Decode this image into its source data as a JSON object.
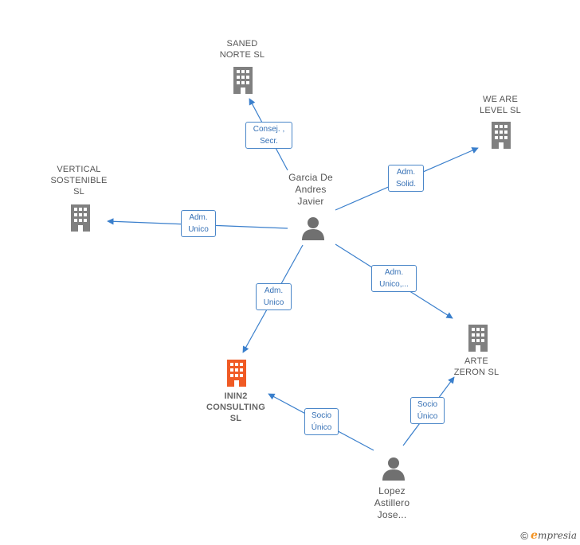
{
  "colors": {
    "edge": "#3a7fcc",
    "building": "#808080",
    "focus_building": "#f05a24",
    "person": "#707070"
  },
  "nodes": {
    "saned": {
      "label": "SANED\nNORTE SL",
      "icon": "building-icon"
    },
    "wearelevel": {
      "label": "WE ARE\nLEVEL  SL",
      "icon": "building-icon"
    },
    "vertical": {
      "label": "VERTICAL\nSOSTENIBLE\nSL",
      "icon": "building-icon"
    },
    "garcia": {
      "label": "Garcia De\nAndres\nJavier",
      "icon": "person-icon"
    },
    "arte": {
      "label": "ARTE\nZERON  SL",
      "icon": "building-icon"
    },
    "inin2": {
      "label": "ININ2\nCONSULTING\nSL",
      "icon": "building-icon"
    },
    "lopez": {
      "label": "Lopez\nAstillero\nJose...",
      "icon": "person-icon"
    }
  },
  "edges": [
    {
      "id": "garcia-saned",
      "label": "Consej. ,\nSecr."
    },
    {
      "id": "garcia-wearelevel",
      "label": "Adm.\nSolid."
    },
    {
      "id": "garcia-vertical",
      "label": "Adm.\nUnico"
    },
    {
      "id": "garcia-inin2",
      "label": "Adm.\nUnico"
    },
    {
      "id": "garcia-arte",
      "label": "Adm.\nUnico,..."
    },
    {
      "id": "lopez-inin2",
      "label": "Socio\nÚnico"
    },
    {
      "id": "lopez-arte",
      "label": "Socio\nÚnico"
    }
  ],
  "footer": {
    "copyright": "©",
    "brand_initial": "e",
    "brand_rest": "mpresia"
  }
}
